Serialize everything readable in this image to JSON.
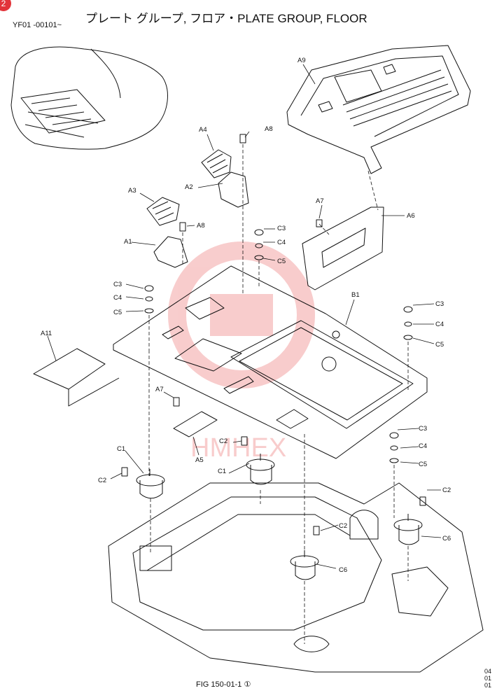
{
  "badge": "2",
  "header": {
    "title": "プレート グループ, フロア・PLATE GROUP, FLOOR",
    "serial": "YF01 -00101~"
  },
  "watermark": {
    "text": "HMHEX",
    "color": "#f3a4a4"
  },
  "callouts": {
    "a1": "A1",
    "a2": "A2",
    "a3": "A3",
    "a4": "A4",
    "a5": "A5",
    "a6": "A6",
    "a7_top": "A7",
    "a7_mid": "A7",
    "a8_top": "A8",
    "a8_mid": "A8",
    "a9": "A9",
    "a11": "A11",
    "b1": "B1",
    "c1_left": "C1",
    "c1_mid": "C1",
    "c2_left": "C2",
    "c2_mid": "C2",
    "c2_center": "C2",
    "c2_right": "C2",
    "c3_a": "C3",
    "c4_a": "C4",
    "c5_a": "C5",
    "c3_b": "C3",
    "c4_b": "C4",
    "c5_b": "C5",
    "c3_c": "C3",
    "c4_c": "C4",
    "c5_c": "C5",
    "c3_d": "C3",
    "c4_d": "C4",
    "c5_d": "C5",
    "c6_mid": "C6",
    "c6_right": "C6"
  },
  "footer": {
    "figure": "FIG 150-01-1",
    "figure_mark": "①",
    "revision": [
      "04",
      "01",
      "01"
    ]
  }
}
